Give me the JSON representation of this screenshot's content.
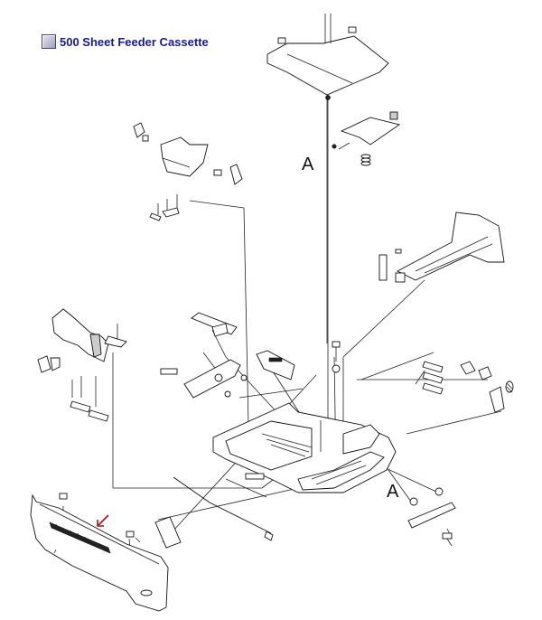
{
  "header": {
    "title": "500 Sheet Feeder Cassette",
    "icon": "document-icon"
  },
  "diagram": {
    "callouts": [
      "A",
      "A"
    ],
    "arrow_color": "#b01010"
  }
}
